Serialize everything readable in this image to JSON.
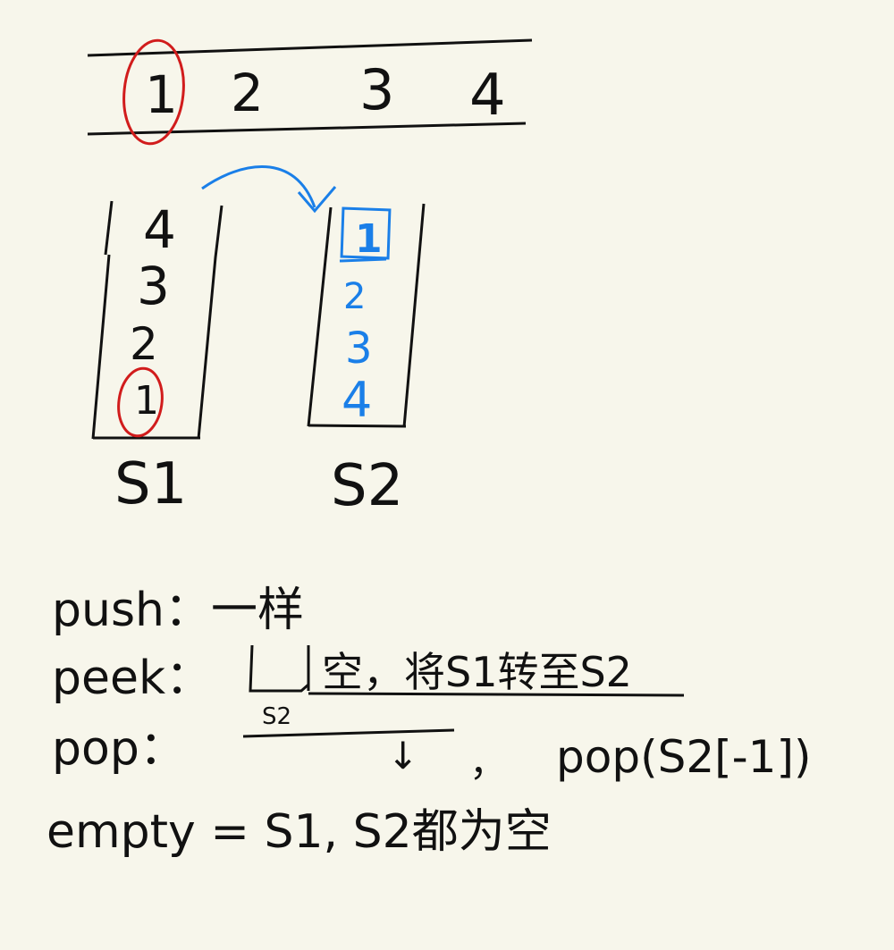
{
  "colors": {
    "ink": "#111111",
    "red": "#d11c1c",
    "blue": "#1a7fe8",
    "paper": "#f7f6eb"
  },
  "queue": {
    "items": [
      "1",
      "2",
      "3",
      "4"
    ]
  },
  "s1": {
    "label": "S1",
    "items": [
      "4",
      "3",
      "2",
      "1"
    ]
  },
  "s2": {
    "label": "S2",
    "items": [
      "1",
      "2",
      "3",
      "4"
    ]
  },
  "notes": {
    "push": "push：一样",
    "peek": "peek：",
    "peek_desc": "空，将S1转至S2",
    "peek_s2": "S2",
    "pop": "pop：",
    "pop_down": "↓",
    "pop_comma": "，",
    "pop_expr": "pop(S2[-1])",
    "empty": "empty = S1, S2都为空"
  }
}
